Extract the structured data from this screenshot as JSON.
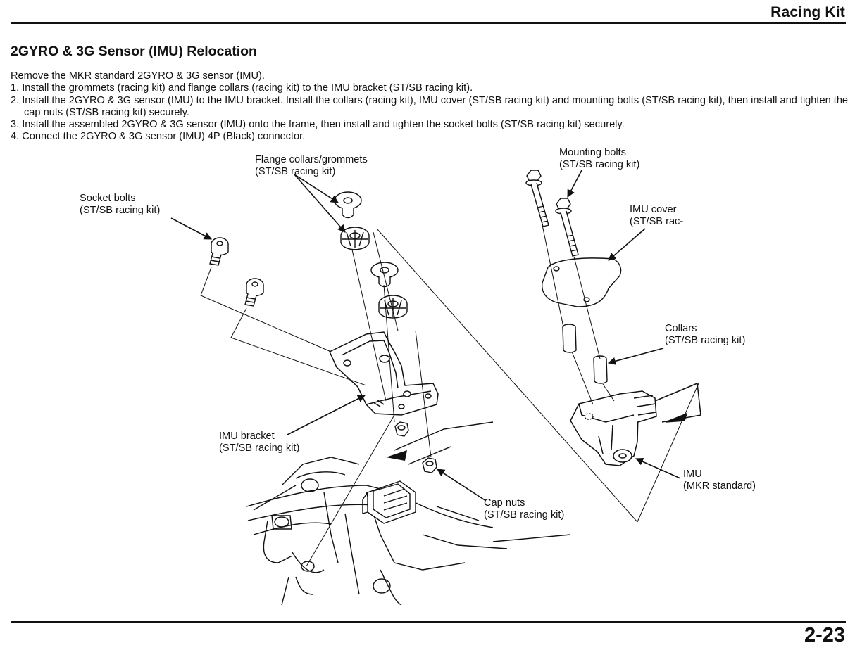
{
  "header": {
    "title": "Racing Kit"
  },
  "section": {
    "title": "2GYRO & 3G Sensor (IMU) Relocation"
  },
  "instructions": {
    "intro": "Remove the MKR standard 2GYRO & 3G sensor (IMU).",
    "steps": [
      "1. Install the grommets (racing kit) and flange collars (racing kit) to the IMU bracket (ST/SB racing kit).",
      "2. Install the 2GYRO & 3G sensor (IMU) to the IMU bracket.  Install the collars (racing kit), IMU cover (ST/SB racing kit) and mounting bolts (ST/SB racing kit), then install and tighten the cap nuts (ST/SB racing kit) securely.",
      "3. Install the assembled 2GYRO & 3G sensor (IMU) onto the frame, then install and tighten the socket bolts (ST/SB racing kit) securely.",
      "4. Connect the 2GYRO & 3G sensor (IMU) 4P (Black) connector."
    ]
  },
  "callouts": {
    "flange_collars": {
      "line1": "Flange collars/grommets",
      "line2": "(ST/SB racing kit)"
    },
    "socket_bolts": {
      "line1": "Socket bolts",
      "line2": "(ST/SB  racing kit)"
    },
    "mounting_bolts": {
      "line1": "Mounting bolts",
      "line2": "(ST/SB racing kit)"
    },
    "imu_cover": {
      "line1": "IMU cover",
      "line2": "(ST/SB rac-"
    },
    "collars": {
      "line1": "Collars",
      "line2": "(ST/SB racing kit)"
    },
    "imu_bracket": {
      "line1": "IMU bracket",
      "line2": "(ST/SB racing kit)"
    },
    "imu": {
      "line1": "IMU",
      "line2": "(MKR standard)"
    },
    "cap_nuts": {
      "line1": "Cap nuts",
      "line2": "(ST/SB racing kit)"
    }
  },
  "footer": {
    "page_number": "2-23"
  }
}
